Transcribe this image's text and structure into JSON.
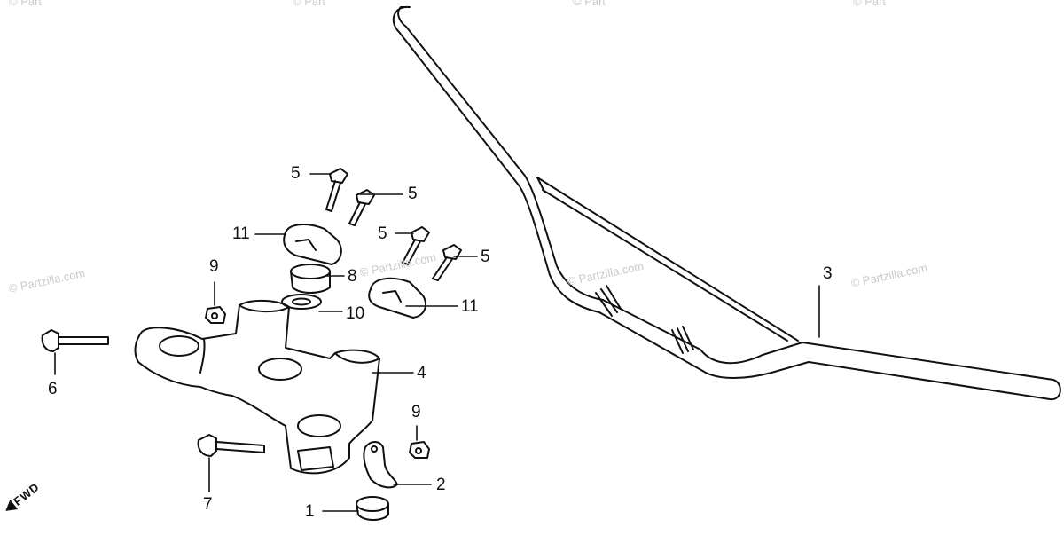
{
  "watermarks": {
    "partzilla": "© Partzilla.com",
    "partial_top": "© Part"
  },
  "callouts": {
    "p1": "1",
    "p2": "2",
    "p3": "3",
    "p4": "4",
    "p5a": "5",
    "p5b": "5",
    "p5c": "5",
    "p5d": "5",
    "p6": "6",
    "p7": "7",
    "p8": "8",
    "p9a": "9",
    "p9b": "9",
    "p10": "10",
    "p11a": "11",
    "p11b": "11"
  },
  "fwd_label": "FWD",
  "colors": {
    "line": "#111111",
    "watermark": "#c9c9c9",
    "background": "#ffffff"
  }
}
